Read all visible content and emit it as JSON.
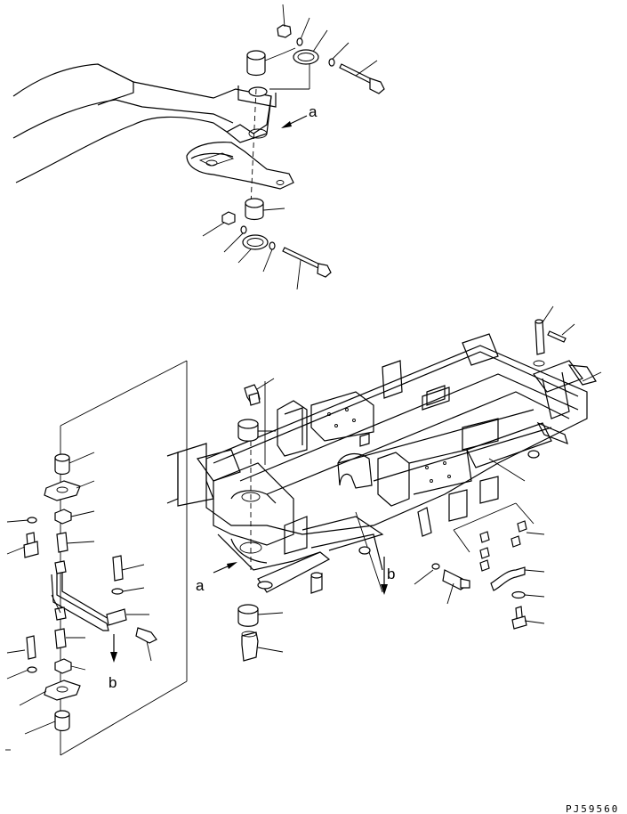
{
  "labels": {
    "a_top": "a",
    "a_bottom": "a",
    "b_main": "b",
    "b_inset": "b",
    "drawing_code": "PJ59560"
  }
}
